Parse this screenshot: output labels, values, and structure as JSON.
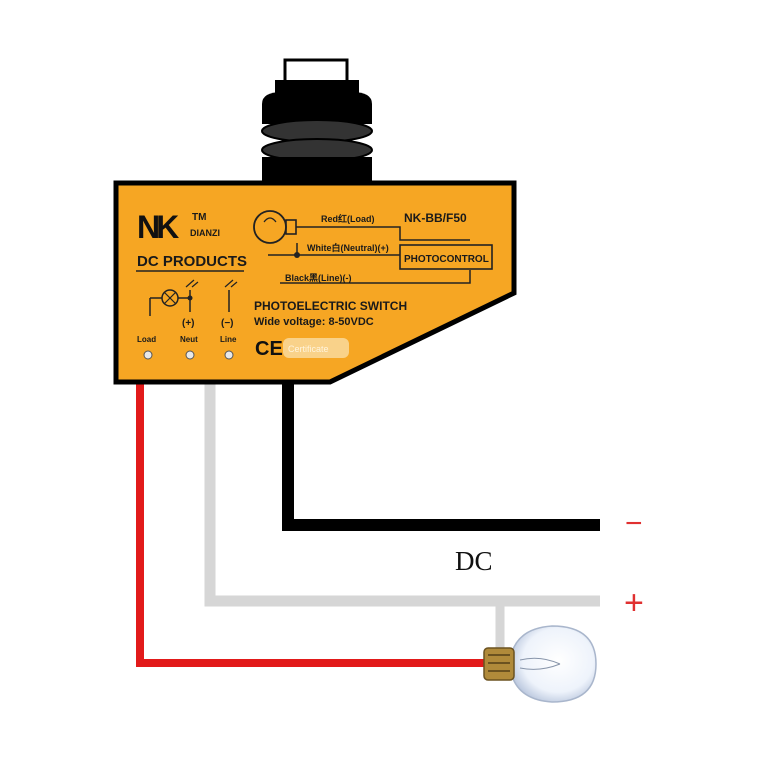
{
  "device": {
    "brand_logo": "NK",
    "trademark": "TM",
    "brand_name": "DIANZI",
    "product_line": "DC PRODUCTS",
    "model": "NK-BB/F50",
    "wire_red": "Red红(Load)",
    "wire_white": "White白(Neutral)(+)",
    "wire_black": "Black黑(Line)(-)",
    "photocontrol": "PHOTOCONTROL",
    "title": "PHOTOELECTRIC SWITCH",
    "voltage": "Wide voltage: 8-50VDC",
    "ce_mark": "CE",
    "terminal_plus": "(+)",
    "terminal_minus": "(−)",
    "terminal_load": "Load",
    "terminal_neut": "Neut",
    "terminal_line": "Line",
    "sticker": "Certificate",
    "colors": {
      "body": "#f6a623",
      "outline": "#000000",
      "wire_red": "#e21a1a",
      "wire_white": "#d6d6d6",
      "wire_black": "#000000"
    }
  },
  "circuit": {
    "supply_label": "DC",
    "minus_symbol": "−",
    "plus_symbol": "+",
    "symbol_color": "#e03030",
    "lamp_icon": "light-bulb-icon"
  }
}
